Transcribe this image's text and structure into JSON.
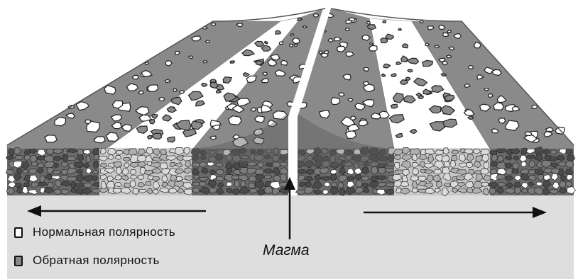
{
  "colors": {
    "normal": "#ffffff",
    "reversed": "#8a8a8a",
    "mantle": "#dedede",
    "outline": "#1a1a1a"
  },
  "labels": {
    "magma": "Магма"
  },
  "legend": [
    {
      "label": "Нормальная полярность",
      "color": "#ffffff"
    },
    {
      "label": "Обратная полярность",
      "color": "#8a8a8a"
    }
  ],
  "icons": [
    "arrow-left-icon",
    "arrow-right-icon",
    "arrow-up-icon"
  ]
}
